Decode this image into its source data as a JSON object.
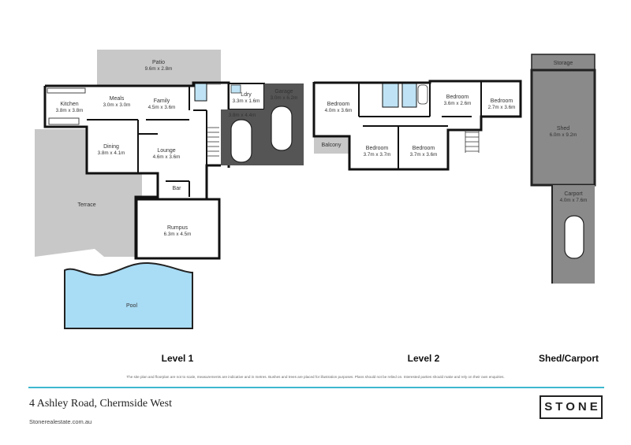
{
  "rooms": {
    "patio": {
      "name": "Patio",
      "dim": "9.6m x 2.8m"
    },
    "kitchen": {
      "name": "Kitchen",
      "dim": "3.8m x 3.8m"
    },
    "meals": {
      "name": "Meals",
      "dim": "3.0m x 3.0m"
    },
    "family": {
      "name": "Family",
      "dim": "4.5m x 3.6m"
    },
    "ldry": {
      "name": "Ldry",
      "dim": "3.3m x 1.6m"
    },
    "garage": {
      "name": "Garage",
      "dim": "3.0m x 6.2m"
    },
    "carport_garage": {
      "dim": "3.8m x 4.4m"
    },
    "dining": {
      "name": "Dining",
      "dim": "3.8m x 4.1m"
    },
    "lounge": {
      "name": "Lounge",
      "dim": "4.6m x 3.6m"
    },
    "bar": {
      "name": "Bar"
    },
    "terrace": {
      "name": "Terrace"
    },
    "rumpus": {
      "name": "Rumpus",
      "dim": "6.3m x 4.5m"
    },
    "pool": {
      "name": "Pool"
    },
    "bedroom1": {
      "name": "Bedroom",
      "dim": "4.0m x 3.6m"
    },
    "bedroom2": {
      "name": "Bedroom",
      "dim": "3.6m x 2.6m"
    },
    "bedroom3": {
      "name": "Bedroom",
      "dim": "2.7m x 3.6m"
    },
    "bedroom4": {
      "name": "Bedroom",
      "dim": "3.7m x 3.7m"
    },
    "bedroom5": {
      "name": "Bedroom",
      "dim": "3.7m x 3.6m"
    },
    "balcony": {
      "name": "Balcony"
    },
    "storage": {
      "name": "Storage"
    },
    "shed": {
      "name": "Shed",
      "dim": "6.0m x 9.2m"
    },
    "carport": {
      "name": "Carport",
      "dim": "4.0m x 7.6m"
    }
  },
  "levels": {
    "level1": "Level 1",
    "level2": "Level 2",
    "shed": "Shed/Carport"
  },
  "footer": {
    "disclaimer": "The site plan and floorplan are not to scale, measurements are indicative and in metres. Bushes and trees are placed for illustration purposes. Plans should not be relied on. Interested parties should make and rely on their own enquiries.",
    "address": "4 Ashley Road, Chermside West",
    "website": "Stonerealestate.com.au",
    "logo": "STONE"
  },
  "colors": {
    "wall": "#111111",
    "outdoor": "#c8c8c8",
    "garage": "#555555",
    "pool": "#a9dcf5",
    "tile": "#bfe3f4",
    "accent": "#3db8cf"
  }
}
